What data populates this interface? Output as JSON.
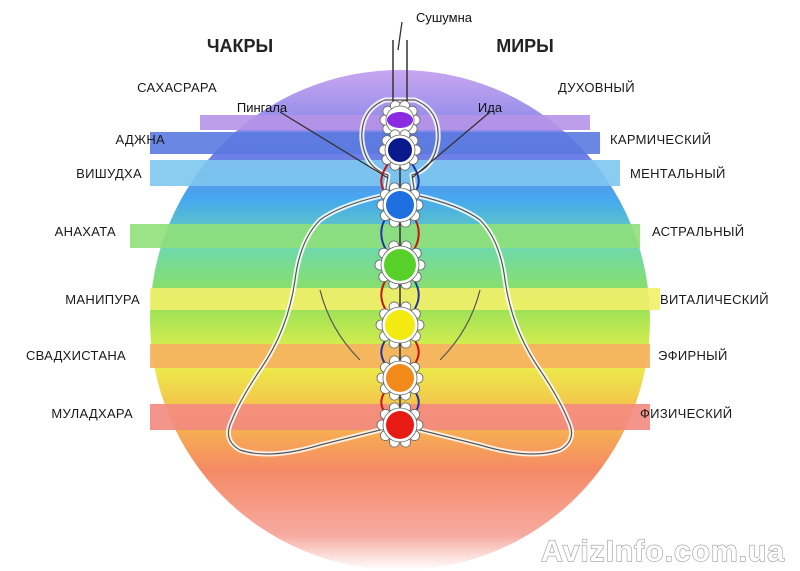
{
  "headers": {
    "chakras": "ЧАКРЫ",
    "worlds": "МИРЫ"
  },
  "nadis": {
    "sushumna": "Сушумна",
    "pingala": "Пингала",
    "ida": "Ида"
  },
  "chakras": [
    {
      "name": "САХАСРАРА",
      "color": "#8a2be2"
    },
    {
      "name": "АДЖНА",
      "color": "#0a1a8c"
    },
    {
      "name": "ВИШУДХА",
      "color": "#1e6fe0"
    },
    {
      "name": "АНАХАТА",
      "color": "#58d02a"
    },
    {
      "name": "МАНИПУРА",
      "color": "#f2ea10"
    },
    {
      "name": "СВАДХИСТАНА",
      "color": "#f28a1a"
    },
    {
      "name": "МУЛАДХАРА",
      "color": "#e81a14"
    }
  ],
  "worlds": [
    "ДУХОВНЫЙ",
    "КАРМИЧЕСКИЙ",
    "МЕНТАЛЬНЫЙ",
    "АСТРАЛЬНЫЙ",
    "ВИТАЛИЧЕСКИЙ",
    "ЭФИРНЫЙ",
    "ФИЗИЧЕСКИЙ"
  ],
  "band_colors": [
    "#b694e8",
    "#5a7ae0",
    "#7ec8f0",
    "#8fe07a",
    "#f3f06a",
    "#f6b060",
    "#f38a80"
  ],
  "watermark": "AvizInfo.com.ua"
}
